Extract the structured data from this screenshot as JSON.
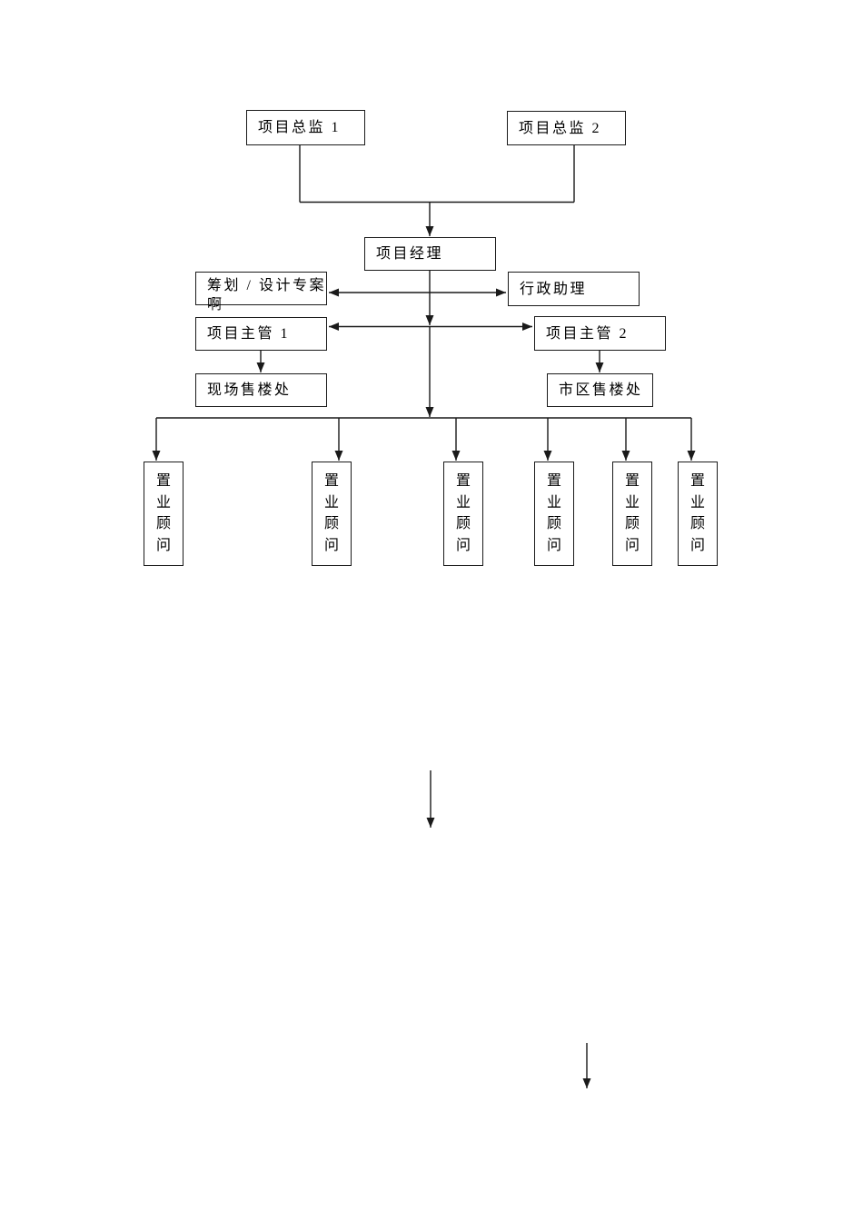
{
  "colors": {
    "line": "#1a1a1a",
    "text": "#000000",
    "page_background": "#ffffff"
  },
  "nodes": {
    "director1": {
      "label": "项目总监 1"
    },
    "director2": {
      "label": "项目总监 2"
    },
    "manager": {
      "label": "项目经理"
    },
    "planning": {
      "label": "筹划 / 设计专案\n啊"
    },
    "admin_assistant": {
      "label": "行政助理"
    },
    "supervisor1": {
      "label": "项目主管 1"
    },
    "supervisor2": {
      "label": "项目主管 2"
    },
    "onsite_sales_office": {
      "label": "现场售楼处"
    },
    "city_sales_office": {
      "label": "市区售楼处"
    },
    "consultants": [
      {
        "label": "置业顾问"
      },
      {
        "label": "置业顾问"
      },
      {
        "label": "置业顾问"
      },
      {
        "label": "置业顾问"
      },
      {
        "label": "置业顾问"
      },
      {
        "label": "置业顾问"
      }
    ]
  }
}
